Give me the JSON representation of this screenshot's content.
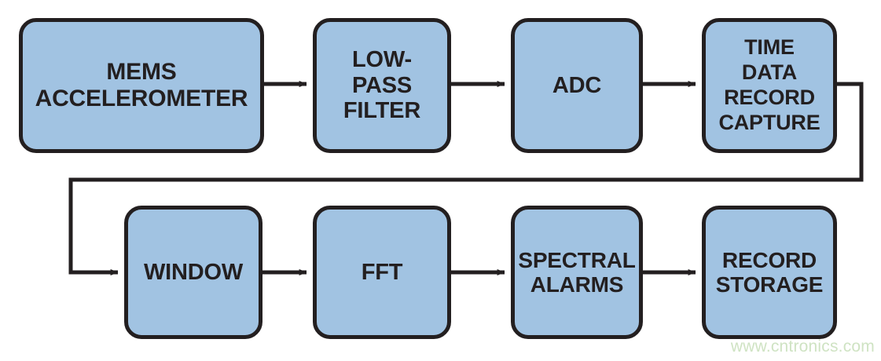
{
  "diagram": {
    "title": "Vibration monitoring signal chain block diagram",
    "colors": {
      "block_fill": "#a1c3e2",
      "block_border": "#231f20",
      "connector": "#231f20",
      "background": "#ffffff",
      "watermark": "#cfe3c3"
    },
    "blocks": [
      {
        "id": "mems",
        "label": "MEMS\nACCELEROMETER",
        "row": "top",
        "order": 1
      },
      {
        "id": "lpf",
        "label": "LOW-\nPASS\nFILTER",
        "row": "top",
        "order": 2
      },
      {
        "id": "adc",
        "label": "ADC",
        "row": "top",
        "order": 3
      },
      {
        "id": "capture",
        "label": "TIME\nDATA\nRECORD\nCAPTURE",
        "row": "top",
        "order": 4
      },
      {
        "id": "window",
        "label": "WINDOW",
        "row": "bottom",
        "order": 5
      },
      {
        "id": "fft",
        "label": "FFT",
        "row": "bottom",
        "order": 6
      },
      {
        "id": "alarms",
        "label": "SPECTRAL\nALARMS",
        "row": "bottom",
        "order": 7
      },
      {
        "id": "storage",
        "label": "RECORD\nSTORAGE",
        "row": "bottom",
        "order": 8
      }
    ],
    "connections": [
      {
        "from": "mems",
        "to": "lpf",
        "style": "arrow-right"
      },
      {
        "from": "lpf",
        "to": "adc",
        "style": "arrow-right"
      },
      {
        "from": "adc",
        "to": "capture",
        "style": "arrow-right"
      },
      {
        "from": "capture",
        "to": "window",
        "style": "wrap-around-arrow"
      },
      {
        "from": "window",
        "to": "fft",
        "style": "arrow-right"
      },
      {
        "from": "fft",
        "to": "alarms",
        "style": "arrow-right"
      },
      {
        "from": "alarms",
        "to": "storage",
        "style": "arrow-right"
      }
    ]
  },
  "watermark": {
    "text": "www.cntronics.com"
  }
}
